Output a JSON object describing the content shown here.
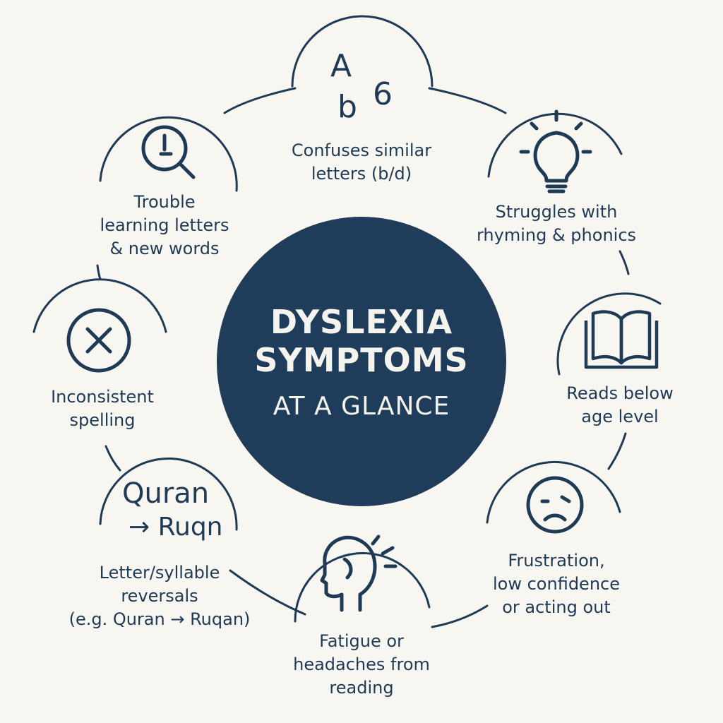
{
  "center": {
    "line1": "DYSLEXIA",
    "line2": "SYMPTOMS",
    "line3": "AT A GLANCE"
  },
  "colors": {
    "background": "#f8f6f1",
    "primary": "#1f3d5a",
    "center_text": "#f5f3ee"
  },
  "symptoms": [
    {
      "icon": "letters-icon",
      "icon_text_top": "A",
      "icon_text_top2": "6",
      "icon_text_bottom": "b",
      "label": "Confuses similar\nletters (b/d)"
    },
    {
      "icon": "lightbulb-icon",
      "label": "Struggles with\nrhyming & phonics"
    },
    {
      "icon": "open-book-icon",
      "label": "Reads below\nage level"
    },
    {
      "icon": "frowning-face-icon",
      "label": "Frustration,\nlow confidence\nor acting out"
    },
    {
      "icon": "head-ache-icon",
      "label": "Fatigue or\nheadaches from\nreading"
    },
    {
      "icon": "reversal-text-icon",
      "icon_text_top": "Quran",
      "icon_text_bottom": "→ Ruqn",
      "label": "Letter/syllable\nreversals\n(e.g. Quran → Ruqan)"
    },
    {
      "icon": "x-circle-icon",
      "label": "Inconsistent\nspelling"
    },
    {
      "icon": "magnifier-icon",
      "label": "Trouble\nlearning letters\n& new words"
    }
  ]
}
